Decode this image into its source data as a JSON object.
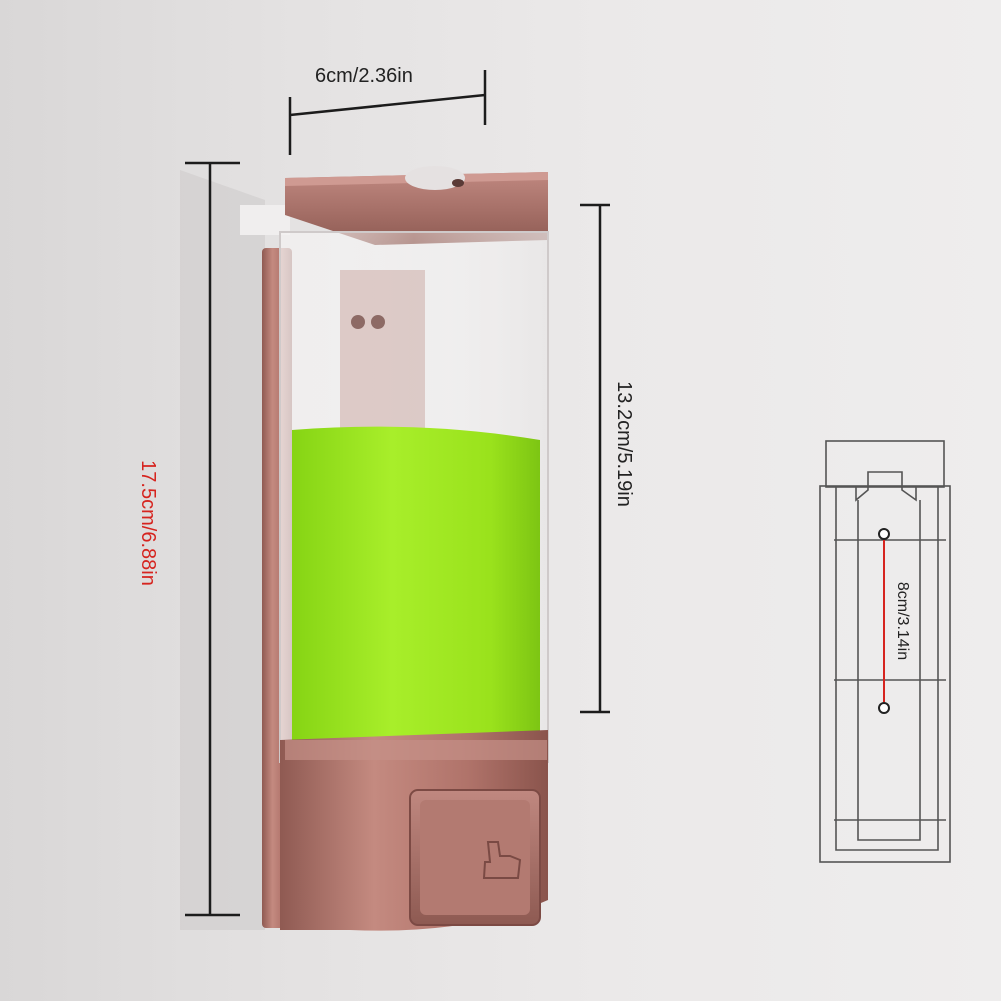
{
  "dimensions": {
    "width_label": "6cm/2.36in",
    "total_height_label": "17.5cm/6.88in",
    "bottle_height_label": "13.2cm/5.19in",
    "mount_spacing_label": "8cm/3.14in"
  },
  "colors": {
    "body": "#b4766c",
    "liquid": "#9ae21c",
    "label_red": "#d6241f",
    "label_dark": "#222222"
  }
}
